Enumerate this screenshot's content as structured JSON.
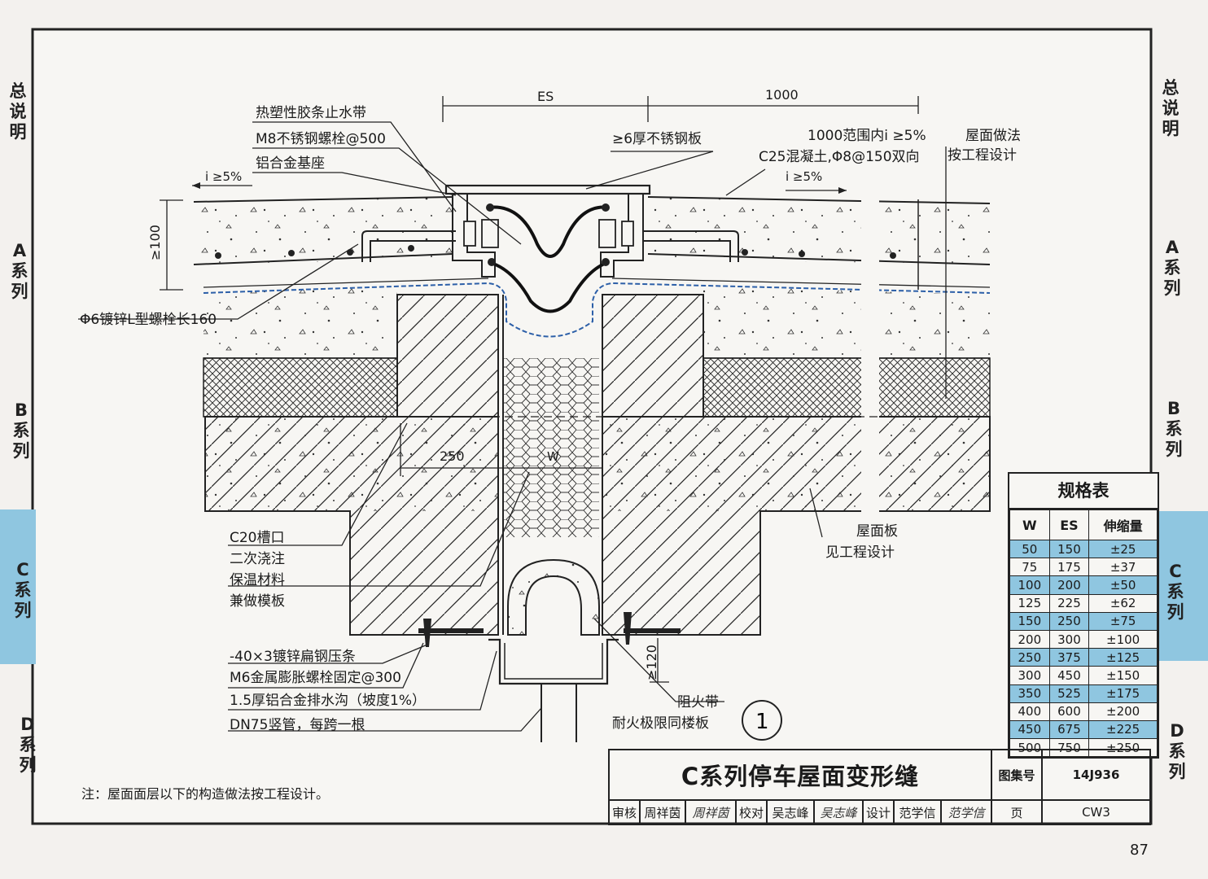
{
  "sidebar_left": [
    {
      "id": "general",
      "label": "总说明"
    },
    {
      "id": "a",
      "label": "A系列"
    },
    {
      "id": "b",
      "label": "B系列"
    },
    {
      "id": "c",
      "label": "C系列",
      "active": true
    },
    {
      "id": "d",
      "label": "D系列"
    }
  ],
  "sidebar_right": [
    {
      "id": "general",
      "label": "总说明"
    },
    {
      "id": "a",
      "label": "A系列"
    },
    {
      "id": "b",
      "label": "B系列"
    },
    {
      "id": "c",
      "label": "C系列",
      "active": true
    },
    {
      "id": "d",
      "label": "D系列"
    }
  ],
  "colors": {
    "highlight": "#8fc6e0",
    "line": "#1a1a1a",
    "waterproof": "#2c5fa8"
  },
  "dimensions": {
    "es": "ES",
    "span_1000": "1000",
    "h100": "≥100",
    "w250": "250",
    "w": "W",
    "h120": "≥120"
  },
  "labels": {
    "tpe_strip": "热塑性胶条止水带",
    "m8_bolt": "M8不锈钢螺栓@500",
    "al_base": "铝合金基座",
    "slope_left": "i ≥5%",
    "ss_plate": "≥6厚不锈钢板",
    "slope_range": "1000范围内i ≥5%",
    "c25": "C25混凝土,Φ8@150双向",
    "slope_right": "i ≥5%",
    "roof_finish_1": "屋面做法",
    "roof_finish_2": "按工程设计",
    "l_bolt": "Φ6镀锌L型螺栓长160",
    "c20_1": "C20槽口",
    "c20_2": "二次浇注",
    "c20_3": "保温材料",
    "c20_4": "兼做模板",
    "roof_slab_1": "屋面板",
    "roof_slab_2": "见工程设计",
    "flat_bar": "-40×3镀锌扁钢压条",
    "m6_bolt": "M6金属膨胀螺栓固定@300",
    "gutter": "1.5厚铝合金排水沟（坡度1%）",
    "dn75": "DN75竖管，每跨一根",
    "fire_band_1": "阻火带",
    "fire_band_2": "耐火极限同楼板",
    "detail_no": "1"
  },
  "spec_table": {
    "title": "规格表",
    "headers": [
      "W",
      "ES",
      "伸缩量"
    ],
    "rows": [
      {
        "w": "50",
        "es": "150",
        "exp": "±25",
        "hl": true
      },
      {
        "w": "75",
        "es": "175",
        "exp": "±37",
        "hl": false
      },
      {
        "w": "100",
        "es": "200",
        "exp": "±50",
        "hl": true
      },
      {
        "w": "125",
        "es": "225",
        "exp": "±62",
        "hl": false
      },
      {
        "w": "150",
        "es": "250",
        "exp": "±75",
        "hl": true
      },
      {
        "w": "200",
        "es": "300",
        "exp": "±100",
        "hl": false
      },
      {
        "w": "250",
        "es": "375",
        "exp": "±125",
        "hl": true
      },
      {
        "w": "300",
        "es": "450",
        "exp": "±150",
        "hl": false
      },
      {
        "w": "350",
        "es": "525",
        "exp": "±175",
        "hl": true
      },
      {
        "w": "400",
        "es": "600",
        "exp": "±200",
        "hl": false
      },
      {
        "w": "450",
        "es": "675",
        "exp": "±225",
        "hl": true
      },
      {
        "w": "500",
        "es": "750",
        "exp": "±250",
        "hl": false
      }
    ]
  },
  "title_block": {
    "title": "C系列停车屋面变形缝",
    "atlas_label": "图集号",
    "atlas_no": "14J936",
    "review_label": "审核",
    "reviewer": "周祥茵",
    "reviewer_sig": "周祥茵",
    "check_label": "校对",
    "checker": "吴志峰",
    "checker_sig": "吴志峰",
    "design_label": "设计",
    "designer": "范学信",
    "designer_sig": "范学信",
    "page_label": "页",
    "page_code": "CW3"
  },
  "note": "注：屋面面层以下的构造做法按工程设计。",
  "page_number": "87"
}
